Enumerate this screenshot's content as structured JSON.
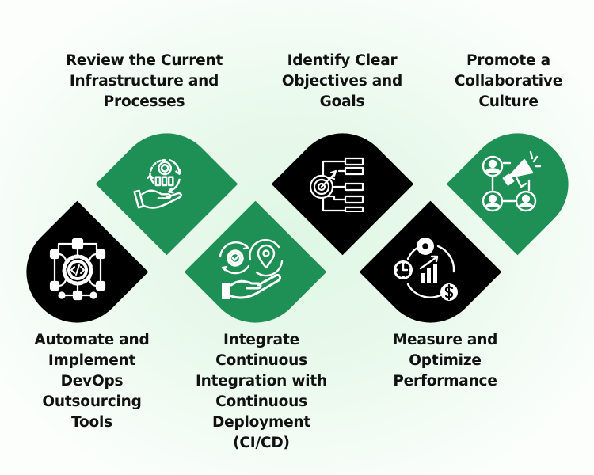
{
  "colors": {
    "green": "#1e8f55",
    "black": "#000000",
    "icon_stroke": "#ffffff",
    "text": "#111111"
  },
  "steps": [
    {
      "id": 1,
      "label": "Review the Current\nInfrastructure and\nProcesses",
      "shape_color": "green",
      "icon": "hand-gear-chart-icon"
    },
    {
      "id": 2,
      "label": "Identify Clear\nObjectives and\nGoals",
      "shape_color": "black",
      "icon": "target-checklist-icon"
    },
    {
      "id": 3,
      "label": "Promote a\nCollaborative\nCulture",
      "shape_color": "green",
      "icon": "team-megaphone-icon"
    },
    {
      "id": 4,
      "label": "Automate and\nImplement\nDevOps\nOutsourcing\nTools",
      "shape_color": "black",
      "icon": "code-gear-network-icon"
    },
    {
      "id": 5,
      "label": "Integrate\nContinuous\nIntegration with\nContinuous\nDeployment\n(CI/CD)",
      "shape_color": "green",
      "icon": "hand-gear-location-icon"
    },
    {
      "id": 6,
      "label": "Measure and\nOptimize\nPerformance",
      "shape_color": "black",
      "icon": "clock-chart-dollar-icon"
    }
  ]
}
